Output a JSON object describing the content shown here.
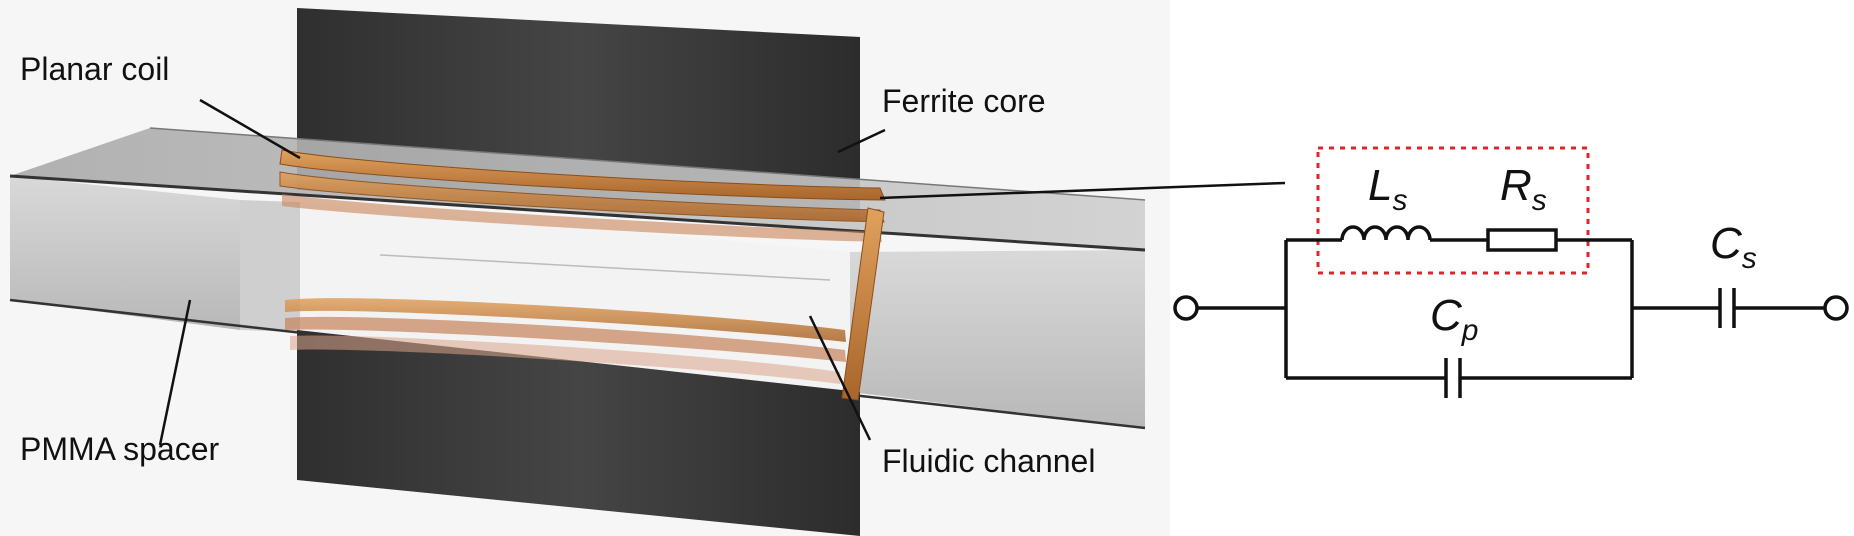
{
  "labels": {
    "planar_coil": "Planar coil",
    "ferrite_core": "Ferrite core",
    "pmma_spacer": "PMMA spacer",
    "fluidic_channel": "Fluidic channel"
  },
  "circuit": {
    "inductor": {
      "symbol": "L",
      "subscript": "s"
    },
    "resistor": {
      "symbol": "R",
      "subscript": "s"
    },
    "parallel_capacitor": {
      "symbol": "C",
      "subscript": "p"
    },
    "series_capacitor": {
      "symbol": "C",
      "subscript": "s"
    }
  },
  "colors": {
    "ferrite": "#3a3a3a",
    "copper": "#c77f3c",
    "pmma": "#c9c9c9",
    "highlight_box": "#e0242b"
  }
}
